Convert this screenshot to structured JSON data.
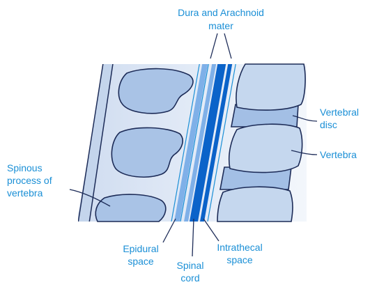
{
  "labels": {
    "dura_line1": "Dura and Arachnoid",
    "dura_line2": "mater",
    "vdisc_line1": "Vertebral",
    "vdisc_line2": "disc",
    "vertebra": "Vertebra",
    "spinous_line1": "Spinous",
    "spinous_line2": "process of",
    "spinous_line3": "vertebra",
    "epidural_line1": "Epidural",
    "epidural_line2": "space",
    "spinal_line1": "Spinal",
    "spinal_line2": "cord",
    "intrathecal_line1": "Intrathecal",
    "intrathecal_line2": "space"
  },
  "colors": {
    "label_text": "#1a8fd6",
    "background_panel": "#dbe6f5",
    "bone": "#a9c3e6",
    "vertebra_body": "#c5d7ee",
    "disc": "#a3bfe5",
    "outline": "#1c2b57",
    "cord_dark": "#0b63c9",
    "cord_light": "#7fb0e8"
  }
}
